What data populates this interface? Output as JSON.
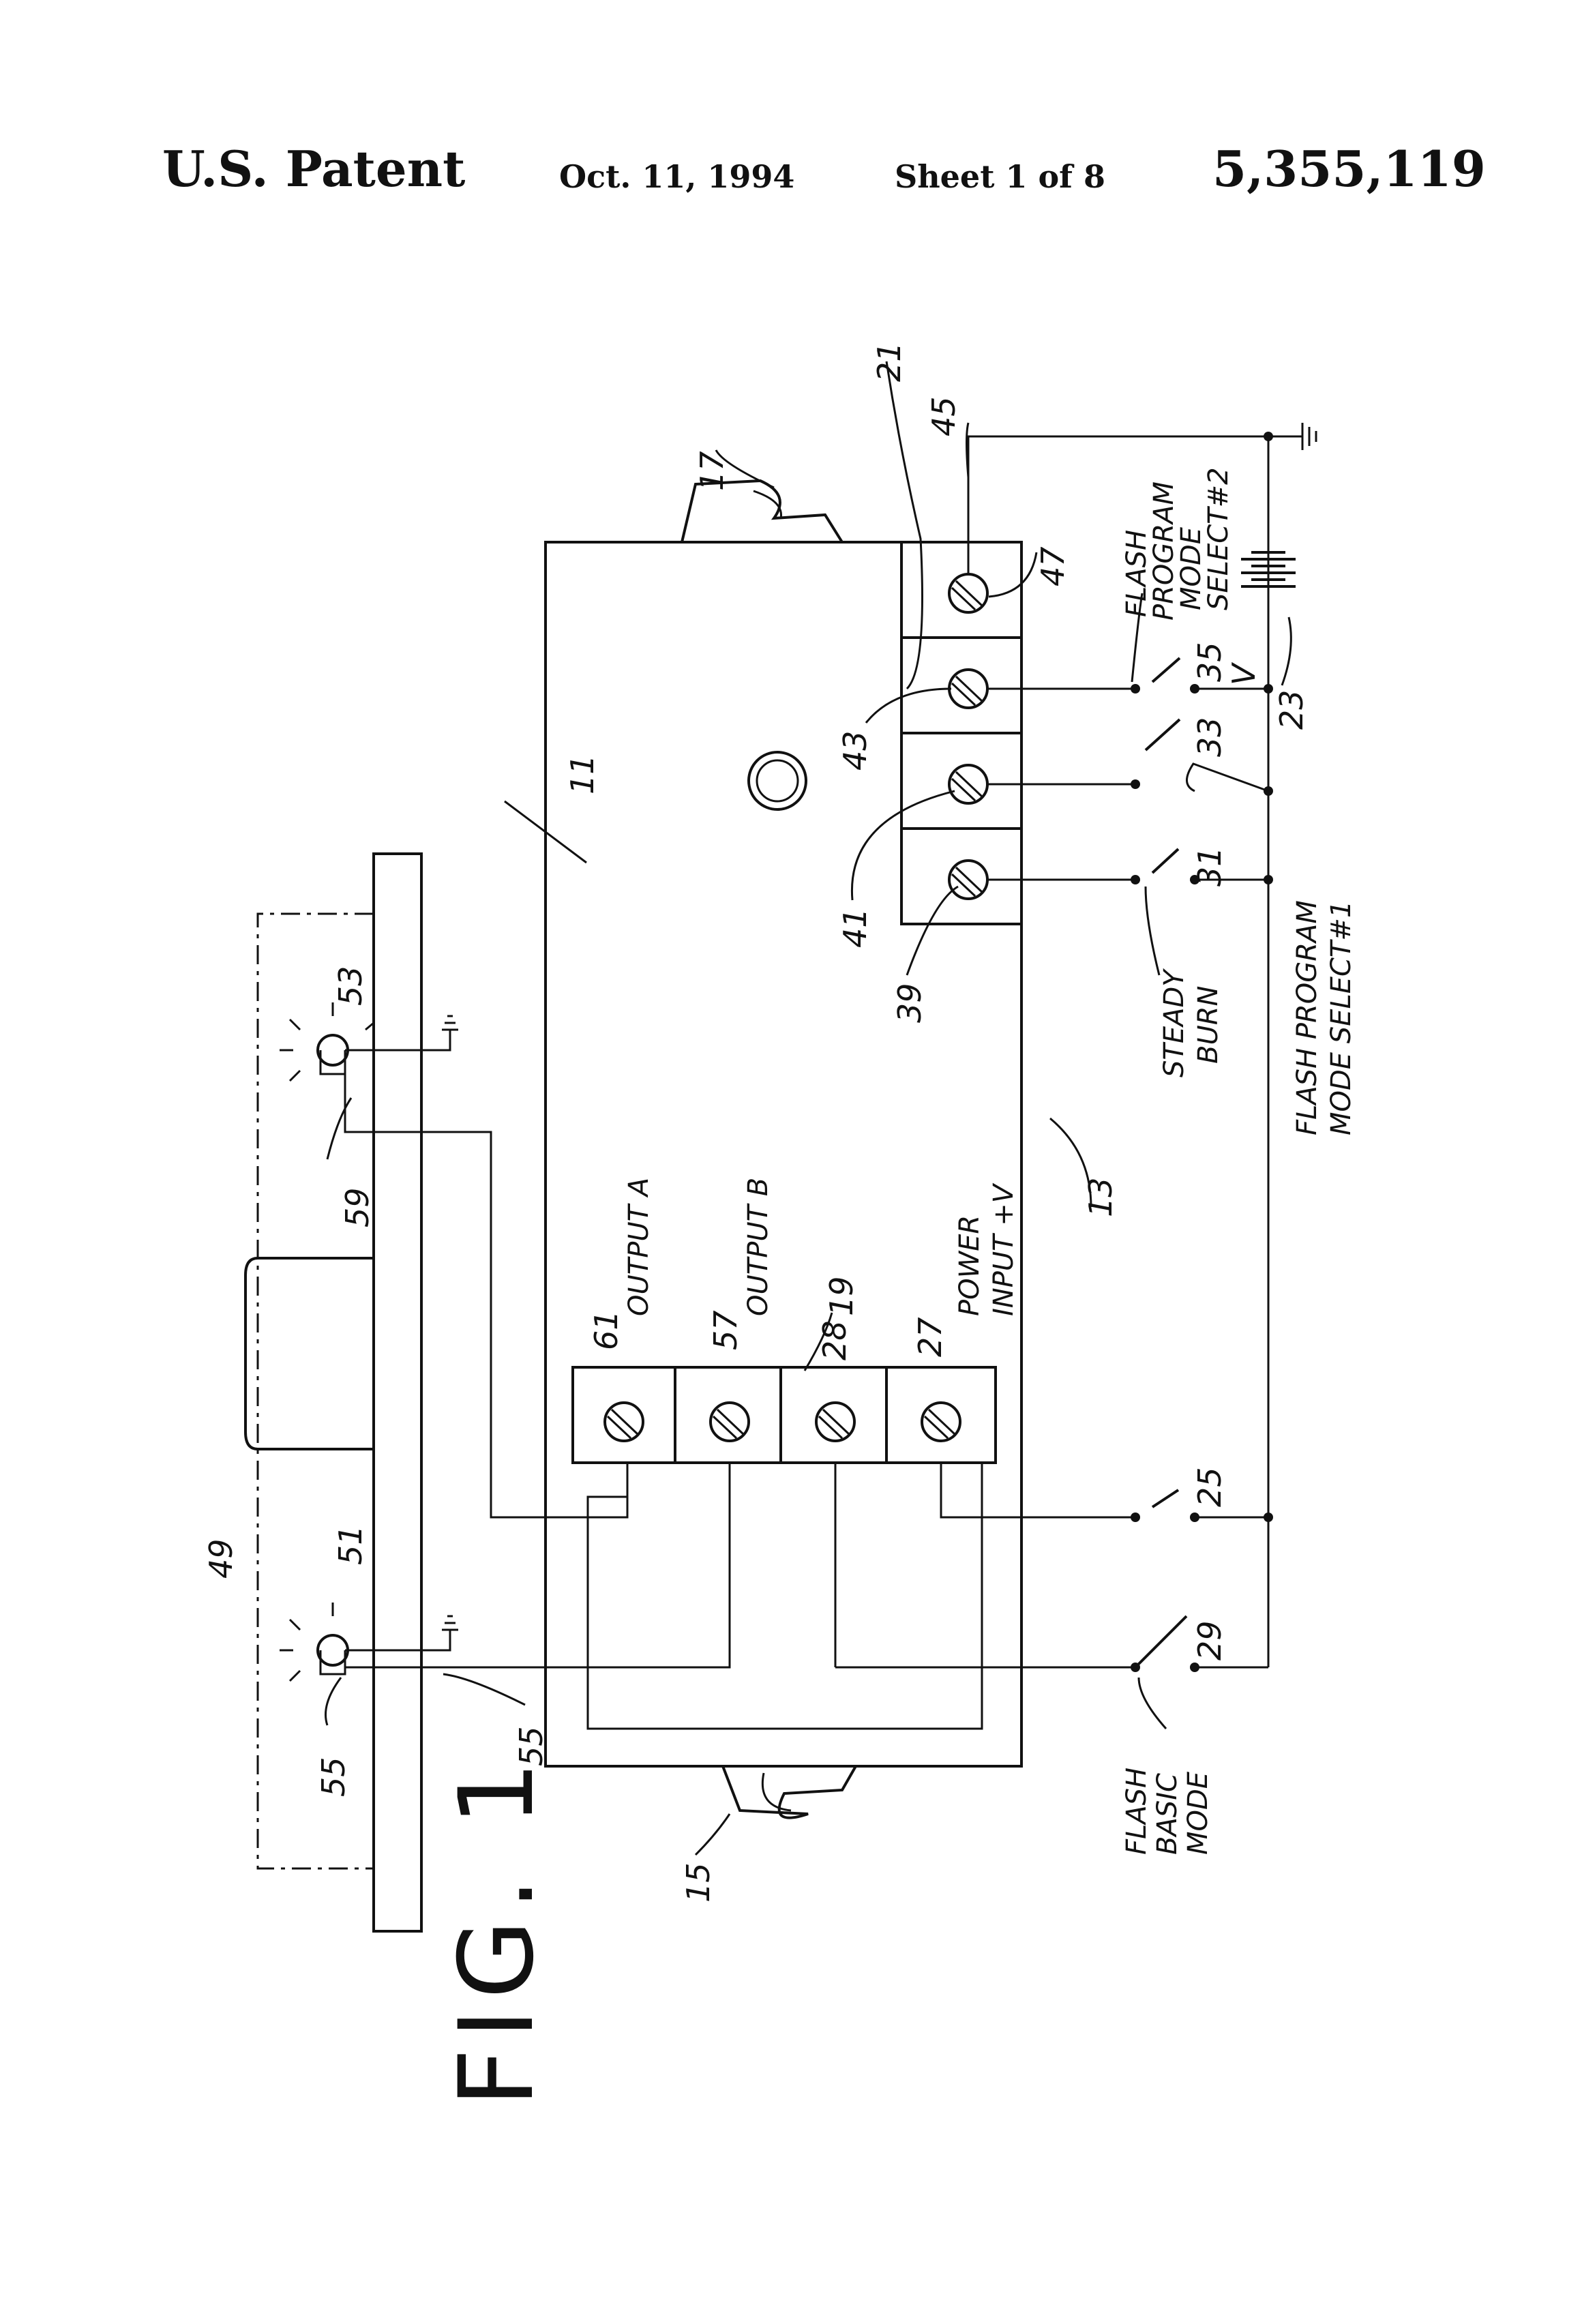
{
  "header": {
    "title": "U.S. Patent",
    "date": "Oct. 11, 1994",
    "sheet": "Sheet 1 of 8",
    "patent_number": "5,355,119"
  },
  "figure": {
    "label": "FIG. 1",
    "callouts": {
      "c11": "11",
      "c13": "13",
      "c15": "15",
      "c17": "17",
      "c19": "19",
      "c21": "21",
      "c23": "23",
      "c25": "25",
      "c27": "27",
      "c28": "28",
      "c29": "29",
      "c31": "31",
      "c33": "33",
      "c35": "35",
      "c39": "39",
      "c41": "41",
      "c43": "43",
      "c45": "45",
      "c47": "47",
      "c49": "49",
      "c51": "51",
      "c53": "53",
      "c55a": "55",
      "c55b": "55",
      "c57": "57",
      "c59": "59",
      "c61": "61",
      "v": "V"
    },
    "terminal_labels": {
      "output_a": "OUTPUT A",
      "output_b": "OUTPUT B",
      "power_1": "POWER",
      "power_2": "INPUT +V"
    },
    "switch_labels": {
      "steady_1": "STEADY",
      "steady_2": "BURN",
      "fpms1_1": "FLASH PROGRAM",
      "fpms1_2": "MODE SELECT#1",
      "fpms2_1": "FLASH",
      "fpms2_2": "PROGRAM",
      "fpms2_3": "MODE",
      "fpms2_4": "SELECT#2",
      "basic_1": "FLASH",
      "basic_2": "BASIC",
      "basic_3": "MODE"
    }
  }
}
